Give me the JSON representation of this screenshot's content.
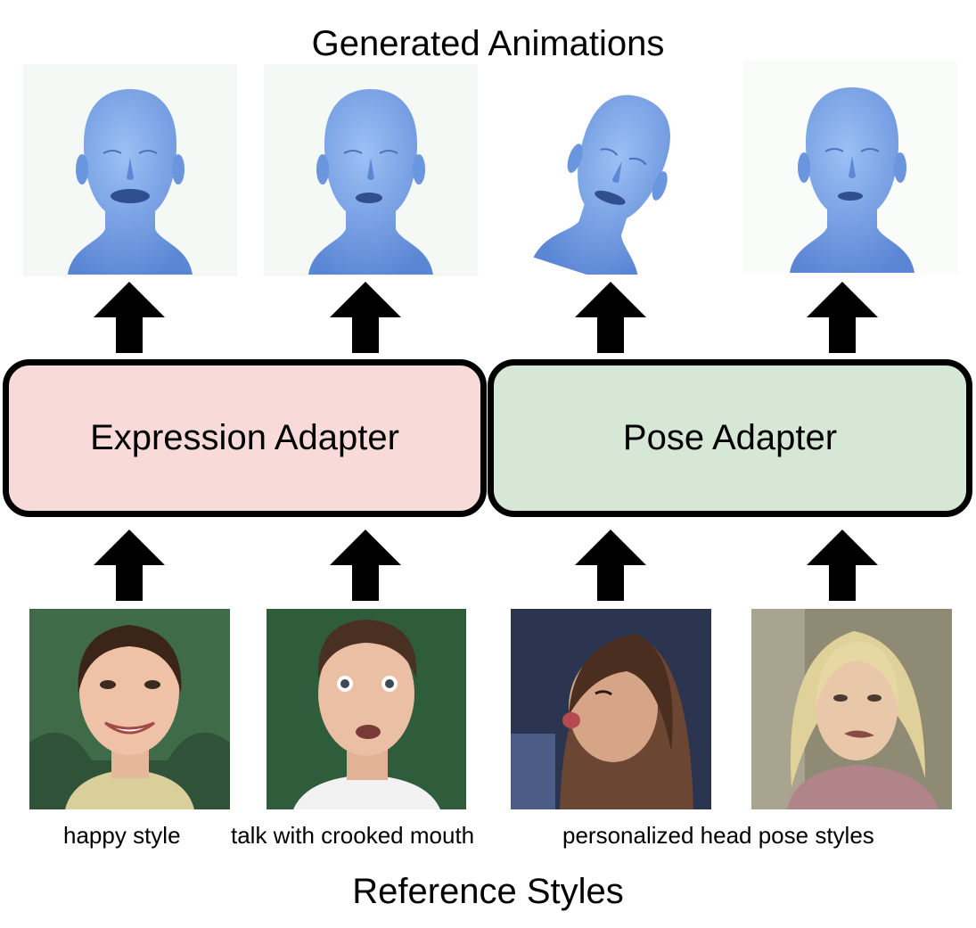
{
  "header": {
    "title": "Generated Animations"
  },
  "footer": {
    "title": "Reference Styles"
  },
  "adapters": {
    "expression": "Expression Adapter",
    "pose": "Pose Adapter"
  },
  "captions": {
    "c1": "happy style",
    "c2": "talk with crooked mouth",
    "c3": "personalized head pose styles"
  },
  "colors": {
    "expression_fill": "#f8dbd8",
    "pose_fill": "#d6e8d5",
    "mesh_blue": "#6f9fe6"
  }
}
